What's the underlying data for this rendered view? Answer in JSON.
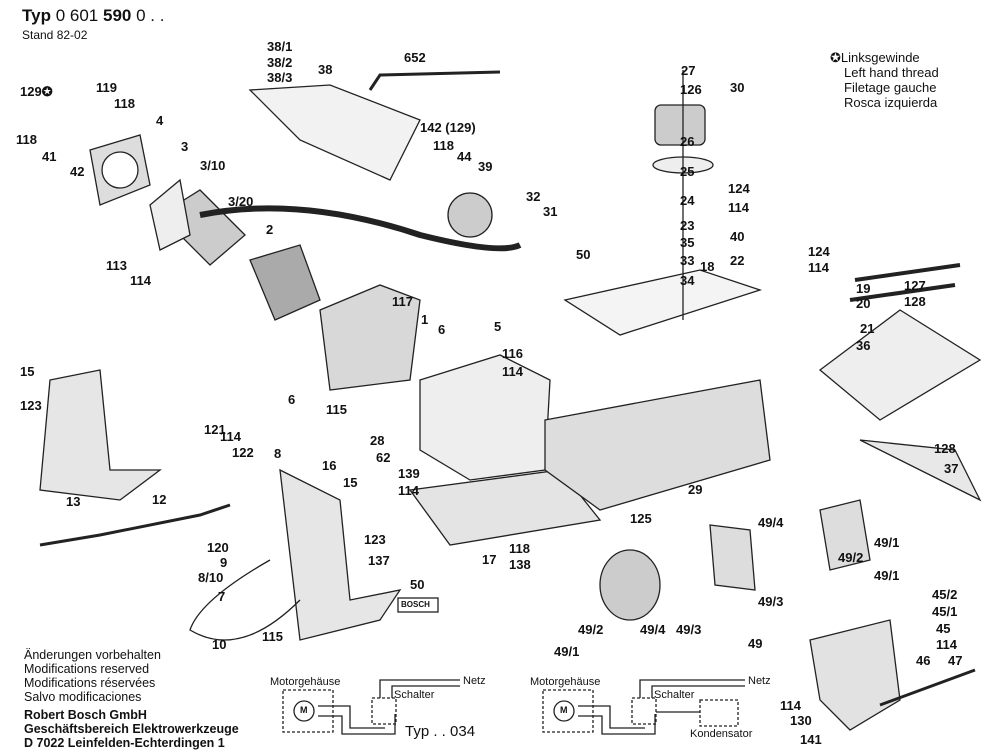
{
  "header": {
    "typ_label": "Typ",
    "typ_number_a": "0 601",
    "typ_number_b": "590",
    "typ_number_c": "0 . .",
    "stand": "Stand 82-02"
  },
  "legend": [
    "✪Linksgewinde",
    "Left hand thread",
    "Filetage gauche",
    "Rosca izquierda"
  ],
  "notes": [
    "Änderungen vorbehalten",
    "Modifications reserved",
    "Modifications réservées",
    "Salvo modificaciones"
  ],
  "company": [
    "Robert Bosch GmbH",
    "Geschäftsbereich Elektrowerkzeuge",
    "D 7022 Leinfelden-Echterdingen 1"
  ],
  "circuit1": {
    "housing": "Motorgehäuse",
    "mains": "Netz",
    "switch": "Schalter",
    "motor": "M",
    "type": "Typ . . 034"
  },
  "circuit2": {
    "housing": "Motorgehäuse",
    "mains": "Netz",
    "switch": "Schalter",
    "motor": "M",
    "capacitor": "Kondensator"
  },
  "parts": [
    "38/1",
    "38/2",
    "38/3",
    "38",
    "652",
    "129✪",
    "119",
    "118",
    "4",
    "118",
    "41",
    "42",
    "3",
    "3/10",
    "3/20",
    "2",
    "113",
    "114",
    "117",
    "1",
    "6",
    "5",
    "15",
    "123",
    "6",
    "115",
    "116",
    "114",
    "28",
    "62",
    "121",
    "114",
    "122",
    "8",
    "16",
    "15",
    "139",
    "114",
    "13",
    "12",
    "120",
    "9",
    "8/10",
    "7",
    "123",
    "137",
    "50",
    "10",
    "115",
    "17",
    "118",
    "138",
    "125",
    "29",
    "142 (129)",
    "118",
    "44",
    "39",
    "32",
    "31",
    "27",
    "126",
    "30",
    "26",
    "25",
    "24",
    "124",
    "114",
    "23",
    "35",
    "40",
    "33",
    "34",
    "18",
    "22",
    "50",
    "124",
    "114",
    "127",
    "19",
    "20",
    "128",
    "21",
    "36",
    "128",
    "37",
    "49/4",
    "49/1",
    "49/2",
    "49/1",
    "49/3",
    "49/2",
    "49/4",
    "49/3",
    "49",
    "49/1",
    "45/2",
    "45/1",
    "45",
    "114",
    "46",
    "47",
    "114",
    "130",
    "141"
  ],
  "brand_plate": "BOSCH"
}
